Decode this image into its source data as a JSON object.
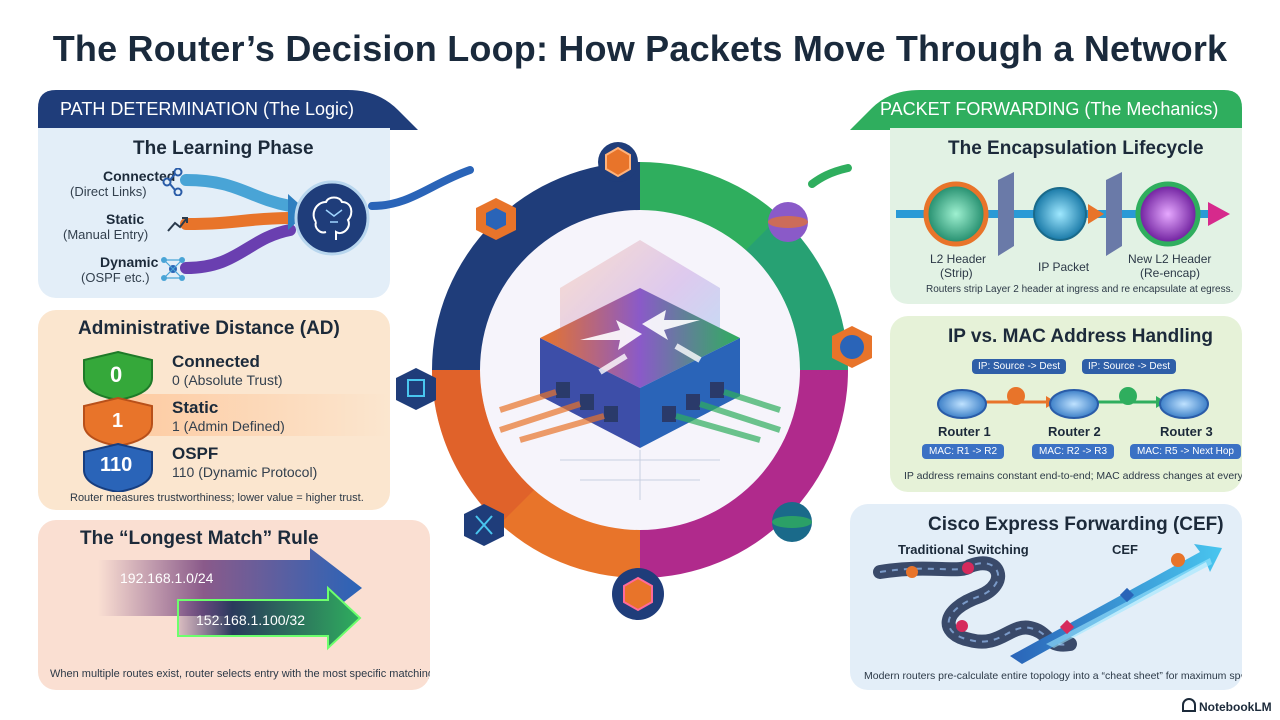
{
  "title": "The Router’s Decision Loop: How Packets Move Through a Network",
  "left": {
    "header": "PATH DETERMINATION (The Logic)",
    "learning": {
      "title": "The Learning Phase",
      "items": [
        {
          "name": "Connected",
          "sub": "(Direct Links)",
          "icon": "share-nodes-icon"
        },
        {
          "name": "Static",
          "sub": "(Manual Entry)",
          "icon": "trend-arrow-icon"
        },
        {
          "name": "Dynamic",
          "sub": "(OSPF etc.)",
          "icon": "network-mesh-icon"
        }
      ],
      "hub_icon": "brain-icon"
    },
    "ad": {
      "title": "Administrative Distance (AD)",
      "rows": [
        {
          "value": "0",
          "name": "Connected",
          "desc": "0 (Absolute Trust)",
          "color": "#35a83a"
        },
        {
          "value": "1",
          "name": "Static",
          "desc": "1 (Admin Defined)",
          "color": "#e8742a"
        },
        {
          "value": "110",
          "name": "OSPF",
          "desc": "110 (Dynamic Protocol)",
          "color": "#2a64b8"
        }
      ],
      "caption": "Router measures trustworthiness; lower value = higher trust."
    },
    "longest": {
      "title": "The “Longest Match” Rule",
      "route_a": "192.168.1.0/24",
      "route_b": "152.168.1.100/32",
      "caption": "When multiple routes exist, router selects entry with the most specific matching bits."
    }
  },
  "right": {
    "header": "PACKET FORWARDING (The Mechanics)",
    "encap": {
      "title": "The Encapsulation Lifecycle",
      "stages": [
        {
          "name": "L2 Header",
          "sub": "(Strip)"
        },
        {
          "name": "IP Packet",
          "sub": ""
        },
        {
          "name": "New L2 Header",
          "sub": "(Re-encap)"
        }
      ],
      "caption": "Routers strip Layer 2 header at ingress and re encapsulate at egress."
    },
    "ipmac": {
      "title": "IP vs. MAC Address Handling",
      "ip_tags": [
        "IP: Source -> Dest",
        "IP: Source -> Dest"
      ],
      "routers": [
        {
          "name": "Router 1",
          "mac": "MAC: R1 -> R2"
        },
        {
          "name": "Router 2",
          "mac": "MAC: R2 -> R3"
        },
        {
          "name": "Router 3",
          "mac": "MAC: R5 -> Next Hop"
        }
      ],
      "caption": "IP address remains constant end-to-end; MAC address changes at every hop."
    },
    "cef": {
      "title": "Cisco Express Forwarding (CEF)",
      "label_traditional": "Traditional Switching",
      "label_cef": "CEF",
      "caption": "Modern routers pre-calculate entire topology into a “cheat sheet” for maximum speed."
    }
  },
  "center": {
    "ring_icons": [
      "cube-icon",
      "hexagon-icon",
      "sphere-icon",
      "globe-icon",
      "network-node-icon",
      "crossed-arrows-icon",
      "sphere-icon",
      "cube-icon"
    ],
    "router_icon": "router-chip-icon"
  },
  "brand": "NotebookLM",
  "colors": {
    "navy": "#1f3d7a",
    "green": "#2fae5e",
    "orange": "#e8742a",
    "magenta": "#b02a8c",
    "blue": "#2a64b8"
  }
}
